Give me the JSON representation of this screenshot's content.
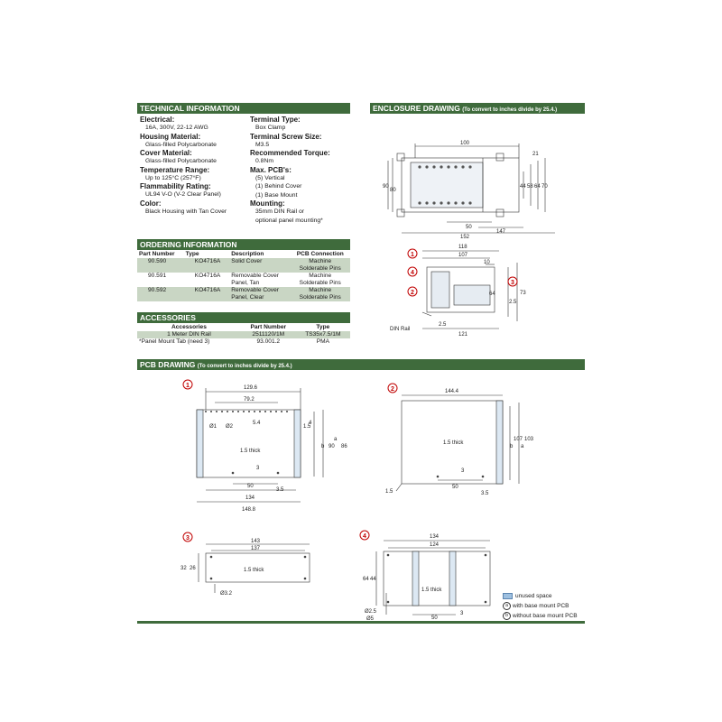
{
  "tech": {
    "title": "TECHNICAL INFORMATION",
    "left": [
      {
        "label": "Electrical:",
        "values": [
          "16A, 300V, 22-12 AWG"
        ]
      },
      {
        "label": "Housing Material:",
        "values": [
          "Glass-filled Polycarbonate"
        ]
      },
      {
        "label": "Cover Material:",
        "values": [
          "Glass-filled Polycarbonate"
        ]
      },
      {
        "label": "Temperature Range:",
        "values": [
          "Up to 125°C (257°F)"
        ]
      },
      {
        "label": "Flammability Rating:",
        "values": [
          "UL94 V-O (V-2 Clear Panel)"
        ]
      },
      {
        "label": "Color:",
        "values": [
          "Black Housing with Tan Cover"
        ]
      }
    ],
    "right": [
      {
        "label": "Terminal Type:",
        "values": [
          "Box Clamp"
        ]
      },
      {
        "label": "Terminal Screw Size:",
        "values": [
          "M3.5"
        ]
      },
      {
        "label": "Recommended Torque:",
        "values": [
          "0.8Nm"
        ]
      },
      {
        "label": "Max. PCB's:",
        "values": [
          "(5) Vertical",
          "(1) Behind Cover",
          "(1) Base Mount"
        ]
      },
      {
        "label": "Mounting:",
        "values": [
          "35mm DIN Rail or",
          "optional panel mounting*"
        ]
      }
    ]
  },
  "ordering": {
    "title": "ORDERING INFORMATION",
    "headers": [
      "Part Number",
      "Type",
      "Description",
      "PCB Connection"
    ],
    "rows": [
      {
        "part": "90.590",
        "type": "KO4716A",
        "desc": [
          "Solid Cover"
        ],
        "pcb": [
          "Machine",
          "Solderable Pins"
        ]
      },
      {
        "part": "90.591",
        "type": "KO4716A",
        "desc": [
          "Removable Cover",
          "Panel, Tan"
        ],
        "pcb": [
          "Machine",
          "Solderable Pins"
        ]
      },
      {
        "part": "90.592",
        "type": "KO4716A",
        "desc": [
          "Removable Cover",
          "Panel, Clear"
        ],
        "pcb": [
          "Machine",
          "Solderable Pins"
        ]
      }
    ]
  },
  "accessories": {
    "title": "ACCESSORIES",
    "headers": [
      "Accessories",
      "Part Number",
      "Type"
    ],
    "rows": [
      {
        "name": "1 Meter DIN Rail",
        "part": "2511120/1M",
        "type": "TS35x7.5/1M"
      },
      {
        "name": "*Panel Mount Tab (need 3)",
        "part": "93.001.2",
        "type": "PMA"
      }
    ]
  },
  "enclosure": {
    "title": "ENCLOSURE DRAWING",
    "note": "(To convert to inches divide by 25.4.)",
    "top_dims": {
      "d100": "100",
      "d21": "21",
      "d90": "90",
      "d80": "80",
      "d44": "44",
      "d58": "58",
      "d64": "64",
      "d70": "70",
      "d50": "50",
      "d147": "147",
      "d152": "152"
    },
    "side_dims": {
      "d118": "118",
      "d107": "107",
      "d10": "10",
      "d64": "64",
      "d73": "73",
      "d25a": "2.5",
      "d25b": "2.5",
      "d121": "121",
      "din": "DIN Rail"
    },
    "callouts": [
      "1",
      "4",
      "2",
      "3"
    ]
  },
  "pcb": {
    "title": "PCB DRAWING",
    "note": "(To convert to inches divide by 25.4.)",
    "d1": {
      "num": "1",
      "w1": "129.6",
      "w2": "79.2",
      "d54": "5.4",
      "h1": "1.5",
      "h4": "4",
      "phi1": "Ø1",
      "phi2": "Ø2",
      "thick": "1.5 thick",
      "d3": "3",
      "d50": "50",
      "d35": "3.5",
      "d134": "134",
      "d1488": "148.8",
      "b": "b",
      "b90": "90",
      "a": "a",
      "a86": "86"
    },
    "d2": {
      "num": "2",
      "w": "144.4",
      "thick": "1.5 thick",
      "d3": "3",
      "d50": "50",
      "d15": "1.5",
      "d35": "3.5",
      "b": "b",
      "b107": "107",
      "a": "a",
      "a103": "103"
    },
    "d3": {
      "num": "3",
      "w143": "143",
      "w137": "137",
      "h32": "32",
      "h26": "26",
      "thick": "1.5 thick",
      "phi": "Ø3.2"
    },
    "d4": {
      "num": "4",
      "w134": "134",
      "w124": "124",
      "h64": "64",
      "h44": "44",
      "thick": "1.5 thick",
      "phi25": "Ø2.5",
      "phi5": "Ø5",
      "d50": "50",
      "d3": "3"
    }
  },
  "legend": {
    "unused": "unused space",
    "a": "with base mount PCB",
    "b": "without base mount PCB",
    "a_sym": "a",
    "b_sym": "b"
  },
  "colors": {
    "header_green": "#3f6b3c",
    "row_shade": "#c9d6c4",
    "callout_red": "#c00000"
  }
}
